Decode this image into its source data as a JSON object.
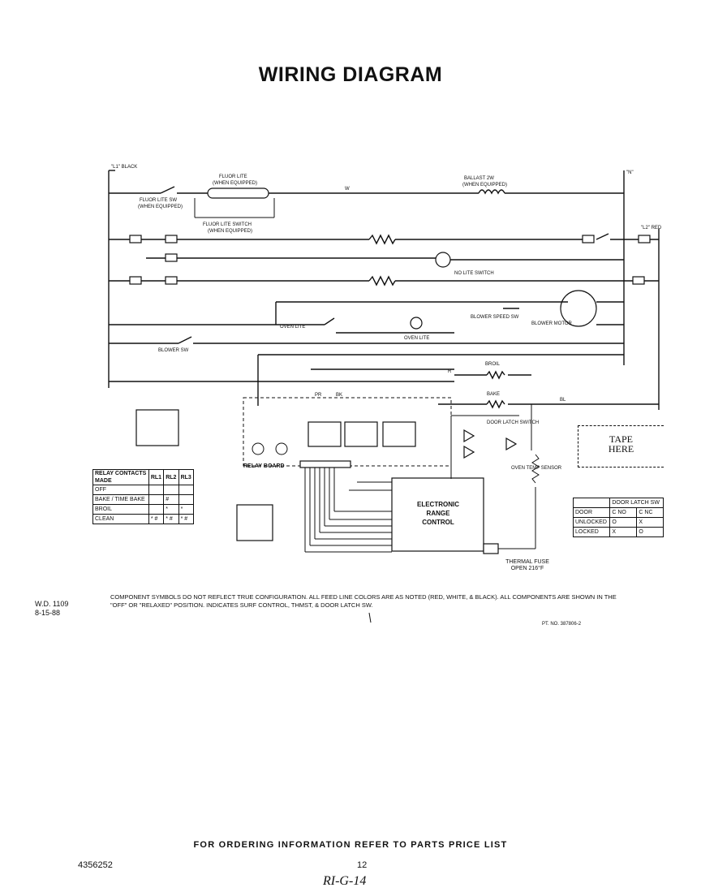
{
  "title": "WIRING DIAGRAM",
  "labels": {
    "l1_black": "\"L1\" BLACK",
    "n": "\"N\"",
    "fluor_lite": "FLUOR LITE",
    "when_equipped": "(WHEN EQUIPPED)",
    "fluor_lite_sw": "FLUOR LITE SW",
    "fluor_lite_switch": "FLUOR LITE SWITCH",
    "ballast": "BALLAST 2W",
    "l2_red": "\"L2\" RED",
    "blower_sw": "BLOWER SW",
    "oven_lite": "OVEN LITE",
    "blower_speed_sw": "BLOWER SPEED SW",
    "blower_motor": "BLOWER MOTOR",
    "no_lite_switch": "NO LITE SWITCH",
    "broil": "BROIL",
    "bake": "BAKE",
    "relay_board": "RELAY BOARD",
    "door_latch_switch": "DOOR LATCH SWITCH",
    "oven_temp_sensor": "OVEN TEMP SENSOR",
    "wire_w": "W",
    "wire_pr": "PR",
    "wire_bk": "BK",
    "wire_bl": "BL",
    "wire_r": "R"
  },
  "relay_board_label": "RELAY BOARD",
  "erc": {
    "line1": "ELECTRONIC",
    "line2": "RANGE",
    "line3": "CONTROL"
  },
  "thermal_fuse": {
    "line1": "THERMAL FUSE",
    "line2": "OPEN 216°F"
  },
  "tape_here": {
    "line1": "TAPE",
    "line2": "HERE"
  },
  "relay_table": {
    "header": [
      "RELAY CONTACTS",
      "RL1",
      "RL2",
      "RL3"
    ],
    "header_sub": "MADE",
    "rows": [
      [
        "OFF",
        "",
        "",
        ""
      ],
      [
        "BAKE / TIME BAKE",
        "",
        "#",
        ""
      ],
      [
        "BROIL",
        "",
        "*",
        "*"
      ],
      [
        "CLEAN",
        "* #",
        "* #",
        "* #"
      ]
    ]
  },
  "door_table": {
    "header": "DOOR LATCH SW",
    "col_label": "DOOR",
    "cols": [
      "C NO",
      "C NC"
    ],
    "rows": [
      [
        "UNLOCKED",
        "O",
        "X"
      ],
      [
        "LOCKED",
        "X",
        "O"
      ]
    ]
  },
  "notes": {
    "line1": "COMPONENT SYMBOLS DO NOT REFLECT TRUE CONFIGURATION. ALL FEED LINE COLORS ARE AS NOTED (RED, WHITE, & BLACK). ALL COMPONENTS ARE SHOWN IN THE",
    "line2": "\"OFF\" OR \"RELAXED\" POSITION.  INDICATES SURF CONTROL,  THMST, &  DOOR LATCH SW."
  },
  "wd": {
    "line1": "W.D. 1109",
    "line2": "8-15-88"
  },
  "pt_no": "PT. NO. 387806-2",
  "footer": "FOR ORDERING INFORMATION REFER TO PARTS PRICE LIST",
  "doc_number": "4356252",
  "page_number": "12",
  "handwritten": "RI-G-14"
}
